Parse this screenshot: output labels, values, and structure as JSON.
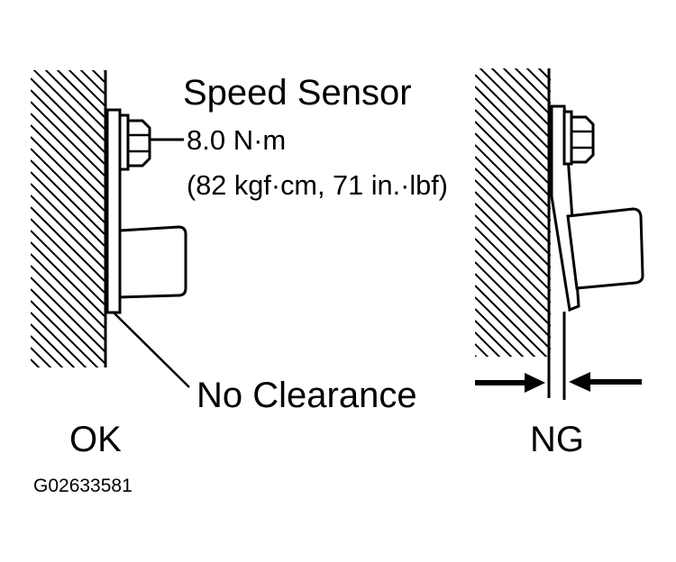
{
  "labels": {
    "component": "Speed Sensor",
    "torque_primary": "8.0 N·m",
    "torque_secondary": "(82 kgf·cm, 71 in.·lbf)",
    "clearance_note": "No Clearance",
    "ok_label": "OK",
    "ng_label": "NG",
    "figure_id": "G02633581"
  }
}
